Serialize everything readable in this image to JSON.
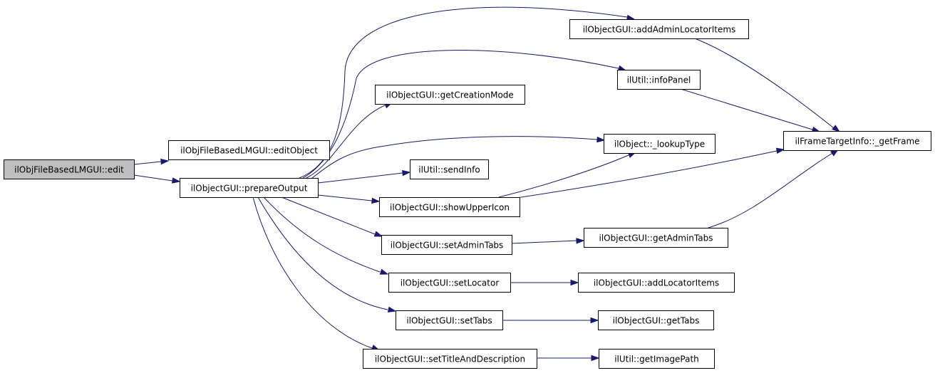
{
  "diagram": {
    "type": "call-graph",
    "edge_color": "#191970",
    "root_fill": "#bfbfbf",
    "node_fill": "#ffffff",
    "nodes": [
      {
        "id": "edit",
        "label": "ilObjFileBasedLMGUI::edit",
        "root": true
      },
      {
        "id": "editObject",
        "label": "ilObjFileBasedLMGUI::editObject"
      },
      {
        "id": "prepareOutput",
        "label": "ilObjectGUI::prepareOutput"
      },
      {
        "id": "addAdminLocatorItems",
        "label": "ilObjectGUI::addAdminLocatorItems"
      },
      {
        "id": "infoPanel",
        "label": "ilUtil::infoPanel"
      },
      {
        "id": "getCreationMode",
        "label": "ilObjectGUI::getCreationMode"
      },
      {
        "id": "lookupType",
        "label": "ilObject::_lookupType"
      },
      {
        "id": "sendInfo",
        "label": "ilUtil::sendInfo"
      },
      {
        "id": "showUpperIcon",
        "label": "ilObjectGUI::showUpperIcon"
      },
      {
        "id": "getFrame",
        "label": "ilFrameTargetInfo::_getFrame"
      },
      {
        "id": "setAdminTabs",
        "label": "ilObjectGUI::setAdminTabs"
      },
      {
        "id": "getAdminTabs",
        "label": "ilObjectGUI::getAdminTabs"
      },
      {
        "id": "setLocator",
        "label": "ilObjectGUI::setLocator"
      },
      {
        "id": "addLocatorItems",
        "label": "ilObjectGUI::addLocatorItems"
      },
      {
        "id": "setTabs",
        "label": "ilObjectGUI::setTabs"
      },
      {
        "id": "getTabs",
        "label": "ilObjectGUI::getTabs"
      },
      {
        "id": "setTitleAndDescription",
        "label": "ilObjectGUI::setTitleAndDescription"
      },
      {
        "id": "getImagePath",
        "label": "ilUtil::getImagePath"
      }
    ],
    "edges": [
      {
        "from": "edit",
        "to": "editObject"
      },
      {
        "from": "edit",
        "to": "prepareOutput"
      },
      {
        "from": "prepareOutput",
        "to": "addAdminLocatorItems"
      },
      {
        "from": "prepareOutput",
        "to": "infoPanel"
      },
      {
        "from": "prepareOutput",
        "to": "getCreationMode"
      },
      {
        "from": "prepareOutput",
        "to": "lookupType"
      },
      {
        "from": "prepareOutput",
        "to": "sendInfo"
      },
      {
        "from": "prepareOutput",
        "to": "showUpperIcon"
      },
      {
        "from": "prepareOutput",
        "to": "getFrame"
      },
      {
        "from": "prepareOutput",
        "to": "setAdminTabs"
      },
      {
        "from": "prepareOutput",
        "to": "setLocator"
      },
      {
        "from": "prepareOutput",
        "to": "setTabs"
      },
      {
        "from": "prepareOutput",
        "to": "setTitleAndDescription"
      },
      {
        "from": "addAdminLocatorItems",
        "to": "getFrame"
      },
      {
        "from": "infoPanel",
        "to": "getFrame"
      },
      {
        "from": "showUpperIcon",
        "to": "lookupType"
      },
      {
        "from": "showUpperIcon",
        "to": "getFrame"
      },
      {
        "from": "setAdminTabs",
        "to": "getAdminTabs"
      },
      {
        "from": "getAdminTabs",
        "to": "getFrame"
      },
      {
        "from": "setLocator",
        "to": "addLocatorItems"
      },
      {
        "from": "setTabs",
        "to": "getTabs"
      },
      {
        "from": "setTitleAndDescription",
        "to": "getImagePath"
      }
    ]
  }
}
